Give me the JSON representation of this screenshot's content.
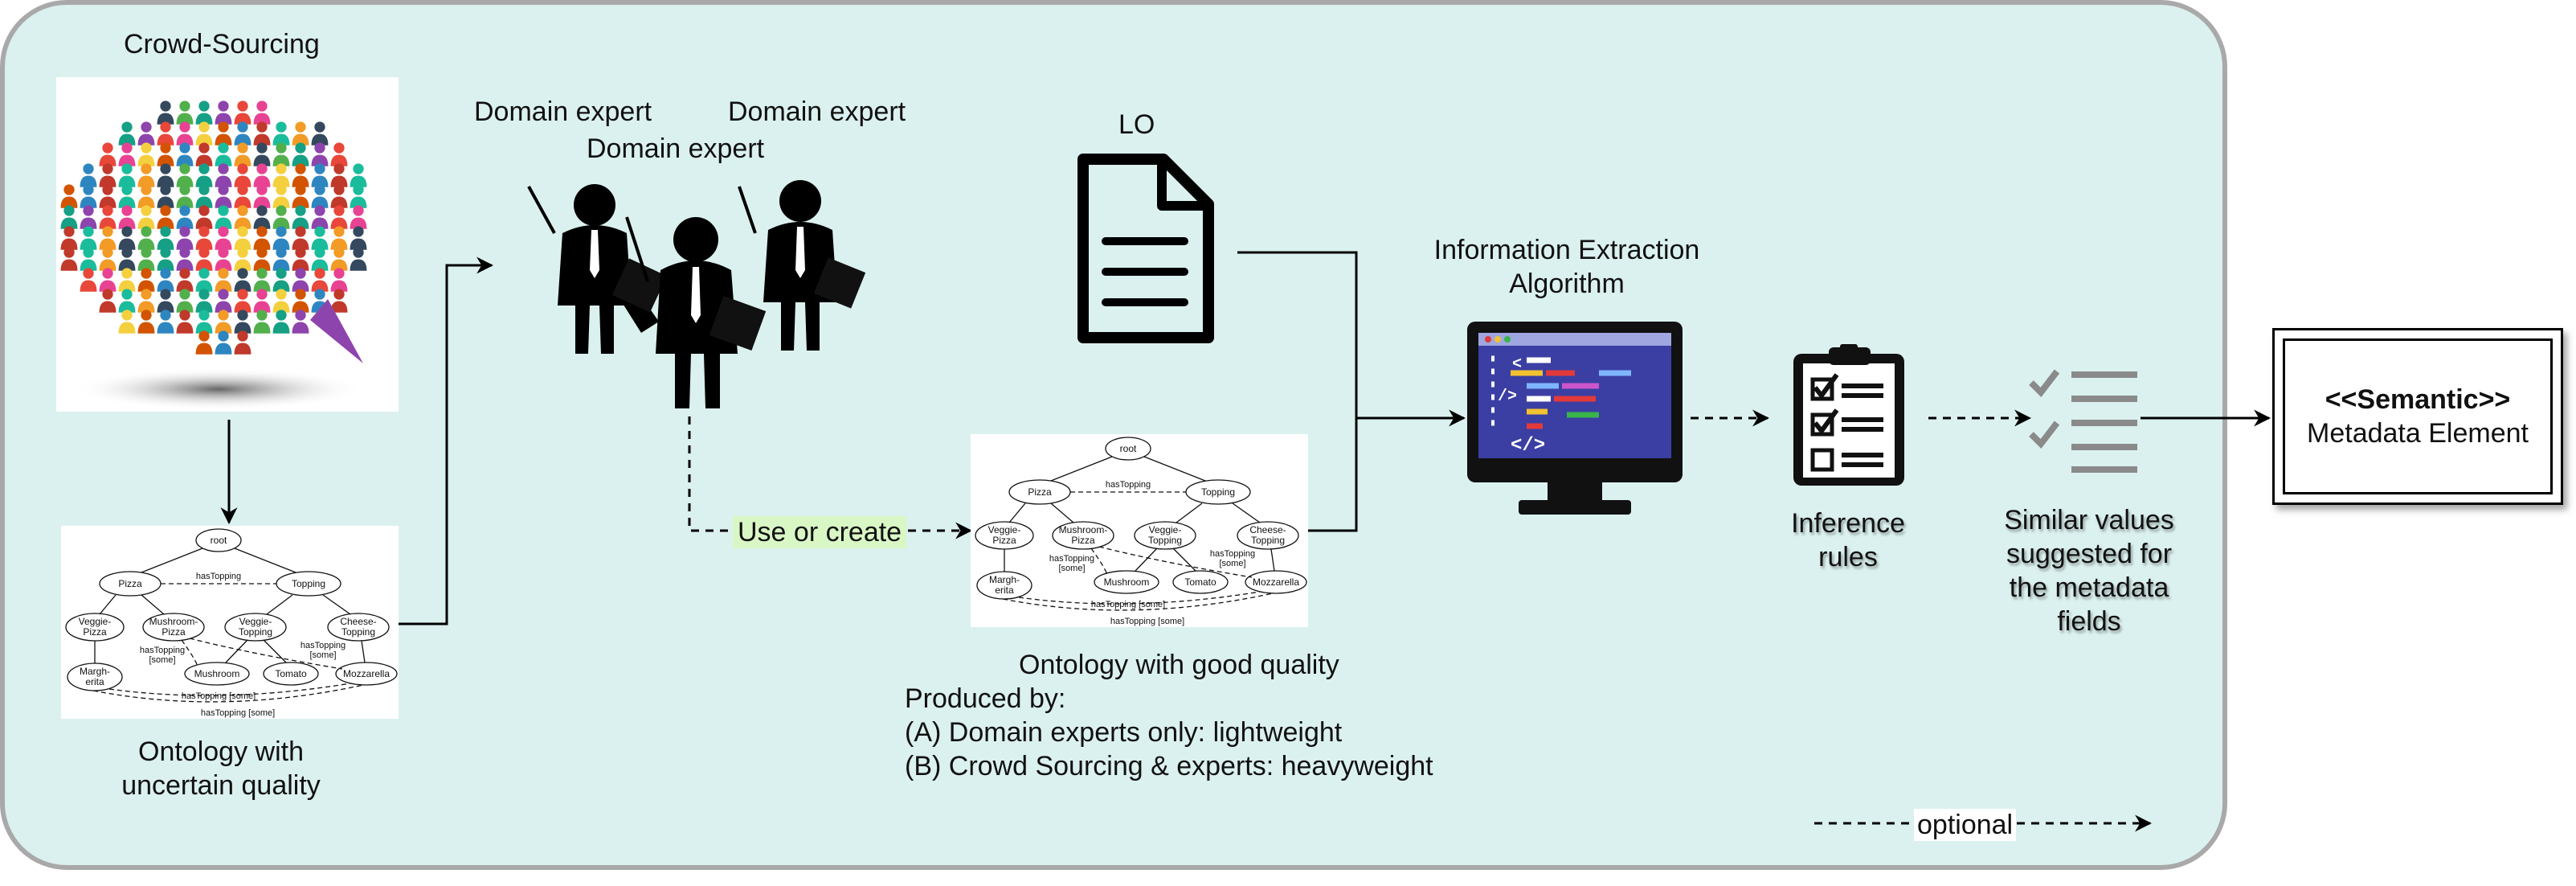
{
  "labels": {
    "crowd_sourcing": "Crowd-Sourcing",
    "domain_expert_1": "Domain expert",
    "domain_expert_2": "Domain expert",
    "domain_expert_3": "Domain expert",
    "lo": "LO",
    "info_extraction_1": "Information Extraction",
    "info_extraction_2": "Algorithm",
    "ontology_uncertain_1": "Ontology with",
    "ontology_uncertain_2": "uncertain quality",
    "use_or_create": "Use or create",
    "ontology_good": "Ontology with good quality",
    "produced_by": "Produced by:",
    "produced_a": "(A) Domain experts only: lightweight",
    "produced_b": "(B) Crowd Sourcing & experts: heavyweight",
    "inference_1": "Inference",
    "inference_2": "rules",
    "similar_1": "Similar values",
    "similar_2": "suggested for",
    "similar_3": "the metadata",
    "similar_4": "fields",
    "semantic_stereotype": "<<Semantic>>",
    "semantic_name": "Metadata Element",
    "optional": "optional"
  },
  "ontology": {
    "root": "root",
    "pizza": "Pizza",
    "topping": "Topping",
    "veggie_pizza": "Veggie-Pizza",
    "mushroom_pizza": "Mushroom-Pizza",
    "veggie_topping": "Veggie-Topping",
    "cheese_topping": "Cheese-Topping",
    "margherita": "Margh-erita",
    "mushroom": "Mushroom",
    "tomato": "Tomato",
    "mozzarella": "Mozzarella",
    "has_topping": "hasTopping",
    "has_topping_some": "hasTopping [some]"
  },
  "colors": {
    "panel_fill": "#dbf1ef",
    "panel_border": "#a9a9a9",
    "use_or_create_bg": "#d9f7c5",
    "screen_bg": "#3b3fa3",
    "clipboard_bg": "#111111",
    "check_gray": "#8a8a8a"
  },
  "icons": {
    "crowd": "crowd-speech-bubble-icon",
    "experts": "domain-experts-silhouette-icon",
    "document": "document-icon",
    "monitor": "code-monitor-icon",
    "clipboard": "checklist-clipboard-icon",
    "list": "checked-list-icon"
  }
}
